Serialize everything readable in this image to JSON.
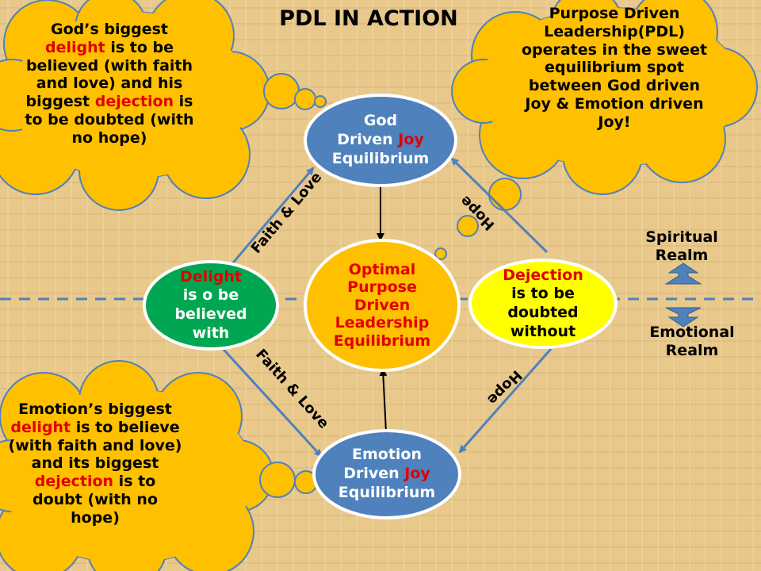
{
  "title": "PDL IN ACTION",
  "cloud_god": {
    "line1": "God’s biggest",
    "w_delight": "delight",
    "line2_rest": " is to be",
    "line3": "believed (with faith",
    "line4": "and love) and his",
    "line5_pre": "biggest ",
    "w_dejection": "dejection",
    "line5_rest": " is",
    "line6": "to be doubted (with",
    "line7": "no hope)"
  },
  "cloud_pdl": {
    "line1": "Purpose Driven",
    "line2": "Leadership(PDL)",
    "line3": "operates in the sweet",
    "line4": "equilibrium spot",
    "line5": "between God driven",
    "line6": "Joy & Emotion driven",
    "line7": "Joy!"
  },
  "cloud_emotion": {
    "line1": "Emotion’s  biggest",
    "w_delight": "delight",
    "line2_rest": " is to  believe",
    "line3": "(with faith and love)",
    "line4": "and its biggest",
    "w_dejection": "dejection",
    "line5_rest": " is  to",
    "line6": "doubt (with no",
    "line7": "hope)"
  },
  "nodes": {
    "god": {
      "line1": "God",
      "line2_pre": "Driven ",
      "joy": "Joy",
      "line3": "Equilibrium"
    },
    "emotion": {
      "line1": "Emotion",
      "line2_pre": "Driven ",
      "joy": "Joy",
      "line3": "Equilibrium"
    },
    "optimal": {
      "line1": "Optimal",
      "line2": "Purpose",
      "line3": "Driven",
      "line4": "Leadership",
      "line5": "Equilibrium"
    },
    "delight": {
      "line1": "Delight",
      "line2": "is o be",
      "line3": "believed",
      "line4": "with"
    },
    "dejection": {
      "line1": "Dejection",
      "line2": "is to be",
      "line3": "doubted",
      "line4": "without"
    }
  },
  "edges": {
    "faith_love_top": "Faith  & Love",
    "faith_love_bottom": "Faith  & Love",
    "hope_top": "Hope",
    "hope_bottom": "Hope"
  },
  "realms": {
    "spiritual": [
      "Spiritual",
      "Realm"
    ],
    "emotional": [
      "Emotional",
      "Realm"
    ]
  },
  "colors": {
    "cloud": "#ffc000",
    "blue_node": "#4f81bd",
    "optimal_node": "#ffc000",
    "delight_node": "#00a651",
    "dejection_node": "#ffff00",
    "arrow": "#4f81bd",
    "accent_red": "#e00000"
  }
}
